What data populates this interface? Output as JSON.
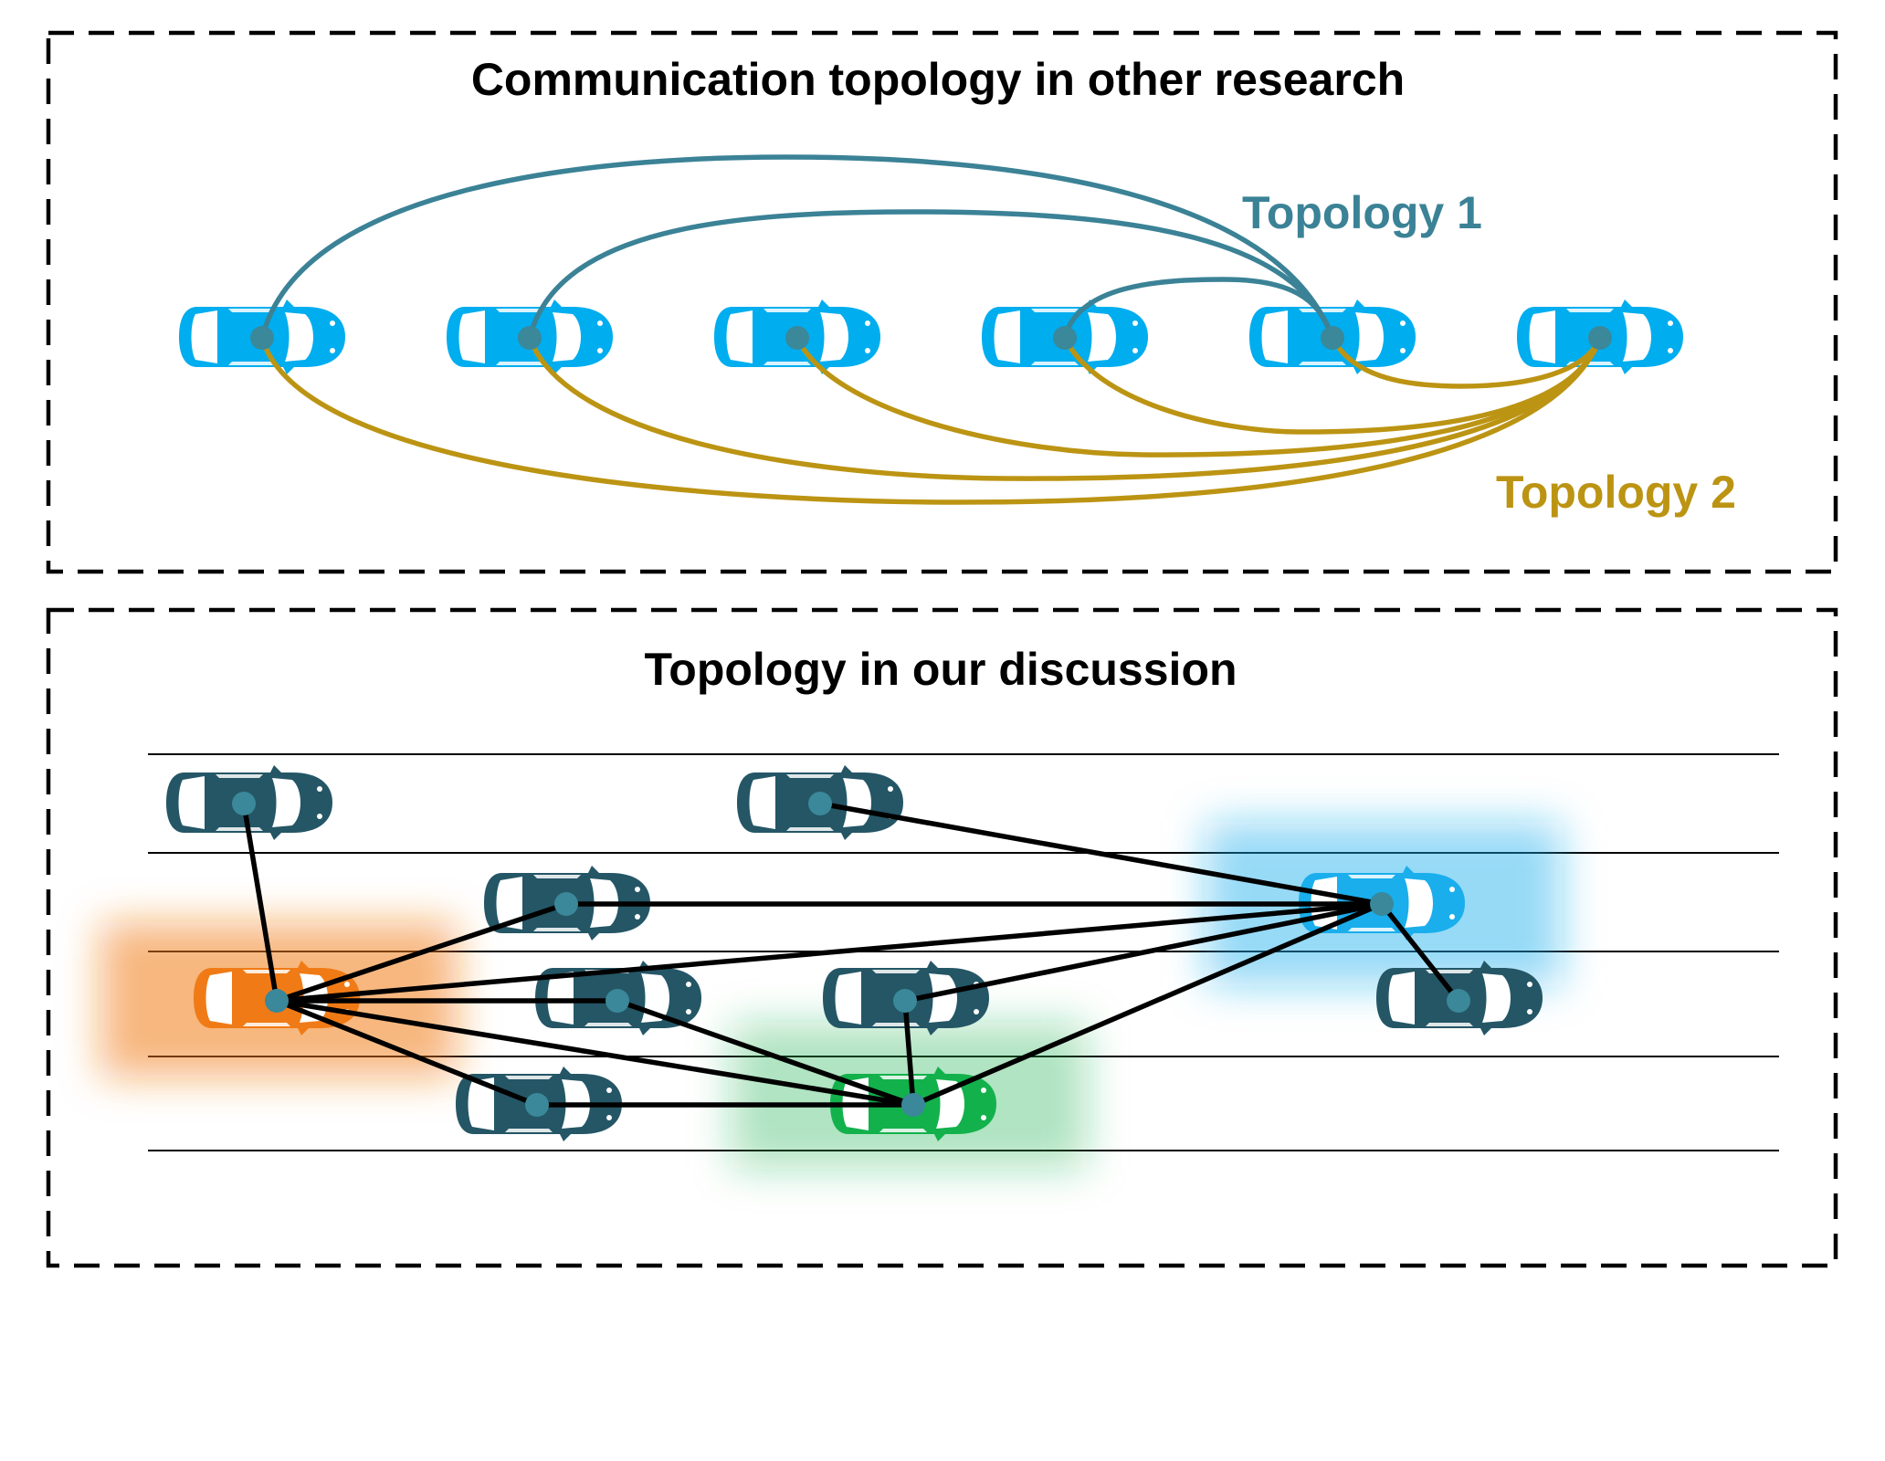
{
  "top_panel": {
    "title": "Communication topology in other research",
    "topology_1_label": "Topology 1",
    "topology_2_label": "Topology 2"
  },
  "bottom_panel": {
    "title": "Topology in our discussion"
  },
  "colors": {
    "topology_1": "#3b8296",
    "topology_2": "#bc9413",
    "platoon_car": "#00adef",
    "traffic_car": "#245666",
    "node": "#3a8899",
    "orange_car": "#f07b16",
    "green_car": "#13b14c",
    "blue_car": "#1aaeec",
    "link": "#000000"
  }
}
